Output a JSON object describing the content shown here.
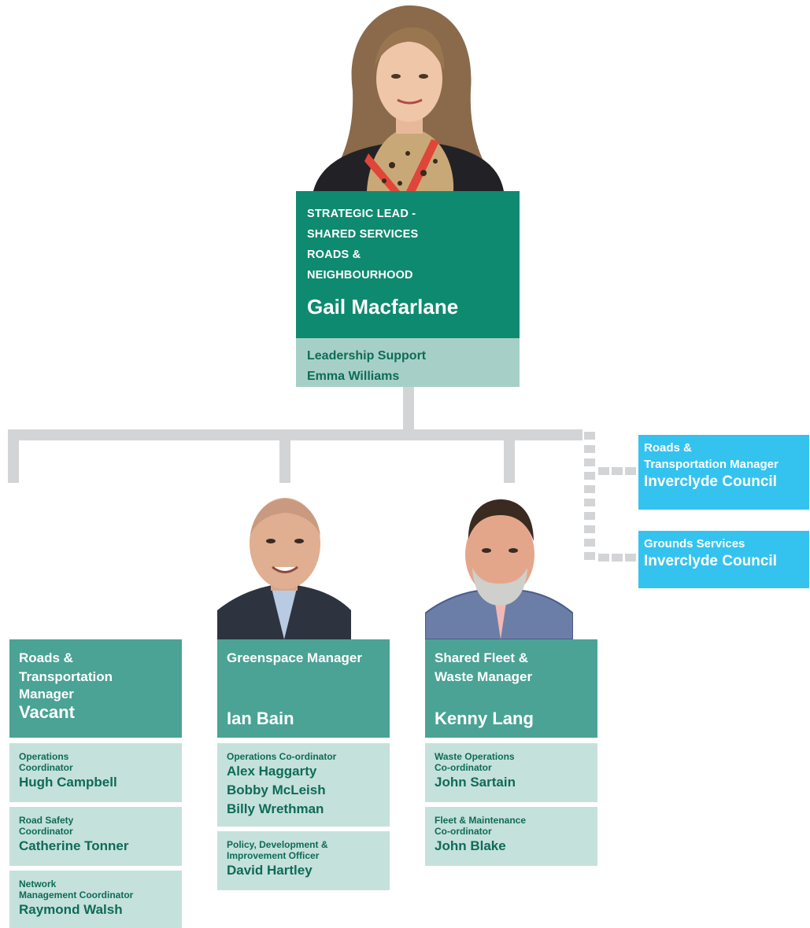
{
  "lead": {
    "title_lines": [
      "STRATEGIC LEAD -",
      "SHARED SERVICES",
      "ROADS &",
      "NEIGHBOURHOOD"
    ],
    "name": "Gail Macfarlane",
    "support_role": "Leadership Support",
    "support_name": "Emma Williams"
  },
  "external": [
    {
      "role_lines": [
        "Roads &",
        "Transportation Manager"
      ],
      "org": "Inverclyde Council"
    },
    {
      "role_lines": [
        "Grounds Services"
      ],
      "org": "Inverclyde Council"
    }
  ],
  "managers": [
    {
      "title_lines": [
        "Roads &",
        "Transportation",
        "Manager"
      ],
      "name": "Vacant",
      "reports": [
        {
          "role_lines": [
            "Operations",
            "Coordinator"
          ],
          "names": [
            "Hugh Campbell"
          ]
        },
        {
          "role_lines": [
            "Road Safety",
            "Coordinator"
          ],
          "names": [
            "Catherine Tonner"
          ]
        },
        {
          "role_lines": [
            "Network",
            "Management Coordinator"
          ],
          "names": [
            "Raymond Walsh"
          ]
        }
      ]
    },
    {
      "title_lines": [
        "Greenspace Manager"
      ],
      "name": "Ian Bain",
      "reports": [
        {
          "role_lines": [
            "Operations Co-ordinator"
          ],
          "names": [
            "Alex Haggarty",
            "Bobby McLeish",
            "Billy Wrethman"
          ]
        },
        {
          "role_lines": [
            "Policy, Development &",
            "Improvement Officer"
          ],
          "names": [
            "David Hartley"
          ]
        }
      ]
    },
    {
      "title_lines": [
        "Shared Fleet &",
        "Waste Manager"
      ],
      "name": "Kenny Lang",
      "reports": [
        {
          "role_lines": [
            "Waste Operations",
            "Co-ordinator"
          ],
          "names": [
            "John Sartain"
          ]
        },
        {
          "role_lines": [
            "Fleet & Maintenance",
            "Co-ordinator"
          ],
          "names": [
            "John Blake"
          ]
        }
      ]
    }
  ],
  "colors": {
    "lead_green": "#0e8a70",
    "manager_green": "#4aa395",
    "support_green": "#a6d0c7",
    "sub_green": "#c5e1dc",
    "external_blue": "#34c3ef",
    "connector_gray": "#d3d4d6"
  }
}
